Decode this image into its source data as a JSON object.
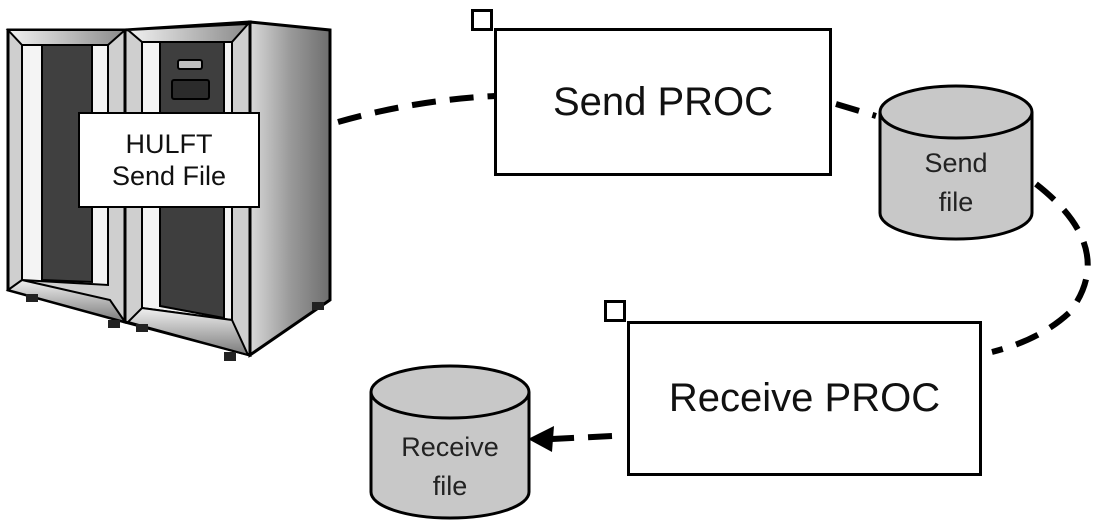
{
  "diagram": {
    "server": {
      "label_line1": "HULFT",
      "label_line2": "Send File",
      "icon": "server-rack-icon"
    },
    "send_proc": {
      "label": "Send PROC"
    },
    "send_file": {
      "label_line1": "Send",
      "label_line2": "file",
      "icon": "database-cylinder-icon",
      "fill": "#c8c8c8"
    },
    "receive_proc": {
      "label": "Receive PROC"
    },
    "receive_file": {
      "label_line1": "Receive",
      "label_line2": "file",
      "icon": "database-cylinder-icon",
      "fill": "#c8c8c8"
    },
    "connectors": [
      {
        "from": "server",
        "to": "send_proc",
        "style": "dashed"
      },
      {
        "from": "send_proc",
        "to": "send_file",
        "style": "dashed"
      },
      {
        "from": "send_file",
        "to": "receive_proc",
        "style": "dashed"
      },
      {
        "from": "receive_proc",
        "to": "receive_file",
        "style": "dashed-arrow"
      }
    ]
  }
}
